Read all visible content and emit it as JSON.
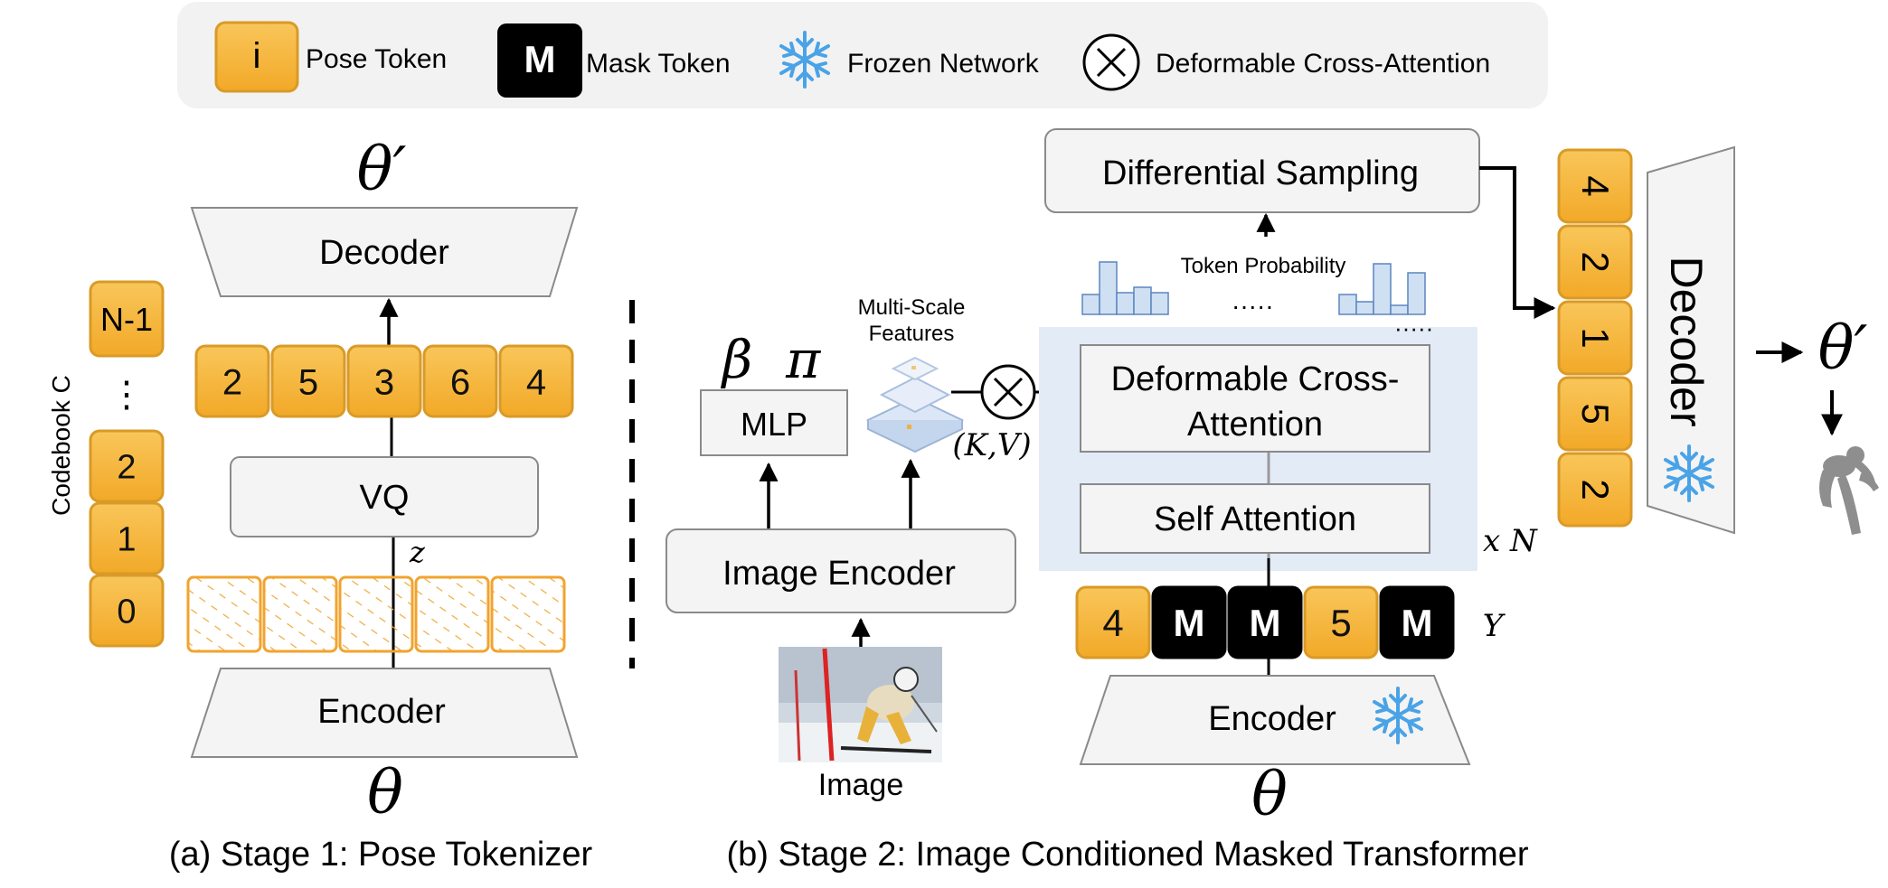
{
  "legend": {
    "pose_token_symbol": "i",
    "pose_token_label": "Pose Token",
    "mask_token_symbol": "M",
    "mask_token_label": "Mask Token",
    "frozen_label": "Frozen Network",
    "deform_label": "Deformable Cross-Attention"
  },
  "stage1": {
    "theta_prime": "θ′",
    "decoder": "Decoder",
    "tokens": [
      "2",
      "5",
      "3",
      "6",
      "4"
    ],
    "vq": "VQ",
    "z": "z",
    "encoder": "Encoder",
    "theta": "θ",
    "codebook_label": "Codebook C",
    "codebook_top": "N-1",
    "codebook_dots": "⋮",
    "codebook_items": [
      "2",
      "1",
      "0"
    ],
    "caption": "(a) Stage 1: Pose Tokenizer"
  },
  "stage2": {
    "beta_pi": "β  π",
    "mlp": "MLP",
    "multiscale_line1": "Multi-Scale",
    "multiscale_line2": "Features",
    "kv": "(K,V)",
    "image_encoder": "Image Encoder",
    "image_label": "Image",
    "diff_sampling": "Differential Sampling",
    "token_prob": "Token Probability",
    "dots": "·····",
    "deform_line1": "Deformable Cross-",
    "deform_line2": "Attention",
    "self_attention": "Self Attention",
    "repeat": "x N",
    "input_tokens": [
      "4",
      "M",
      "M",
      "5",
      "M"
    ],
    "y_label": "Y",
    "encoder": "Encoder",
    "theta": "θ",
    "out_tokens": [
      "4",
      "2",
      "1",
      "5",
      "2"
    ],
    "decoder": "Decoder",
    "theta_prime": "θ′",
    "caption": "(b) Stage 2: Image Conditioned Masked Transformer"
  },
  "colors": {
    "token_fill": "#f6b63c",
    "token_stroke": "#d99a27",
    "mask_fill": "#000000",
    "box_fill": "#f4f4f4",
    "box_stroke": "#8a8a8a",
    "transformer_bg": "#e3ebf6",
    "hist_fill": "#cfe0f3",
    "hist_stroke": "#5b86bf",
    "snow": "#4aa3e6"
  }
}
